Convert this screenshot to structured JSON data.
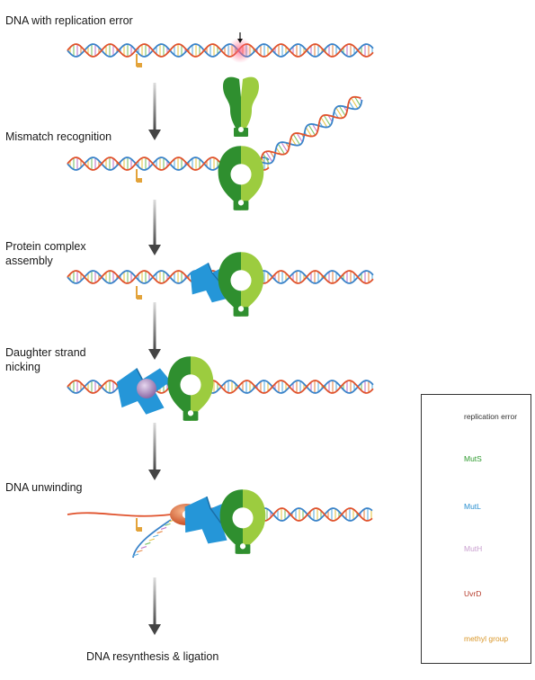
{
  "steps": [
    {
      "label": "DNA with replication error"
    },
    {
      "label": "Mismatch recognition"
    },
    {
      "label": "Protein complex\nassembly"
    },
    {
      "label": "Daughter strand\nnicking"
    },
    {
      "label": "DNA unwinding"
    },
    {
      "label": "DNA resynthesis & ligation"
    }
  ],
  "legend": {
    "items": [
      {
        "label": "replication error",
        "color": "#333333",
        "icon": "replication-error-icon"
      },
      {
        "label": "MutS",
        "color": "#2e9a2e",
        "icon": "muts-icon"
      },
      {
        "label": "MutL",
        "color": "#2a8fd0",
        "icon": "mutl-icon"
      },
      {
        "label": "MutH",
        "color": "#c9a0cf",
        "icon": "muth-icon"
      },
      {
        "label": "UvrD",
        "color": "#b53a2a",
        "icon": "uvrd-icon"
      },
      {
        "label": "methyl group",
        "color": "#d9972a",
        "icon": "methyl-group-icon"
      }
    ]
  },
  "colors": {
    "strand_blue": "#3a83c9",
    "strand_red": "#e0522c",
    "muts_dark": "#2f8f2f",
    "muts_light": "#9ccc3f",
    "mutl": "#2596d8",
    "muth": "#a58bbd",
    "uvrd": "#d8632c",
    "methyl": "#e3a33a",
    "arrow": "#555555",
    "error_glow": "#ff6b8a"
  }
}
